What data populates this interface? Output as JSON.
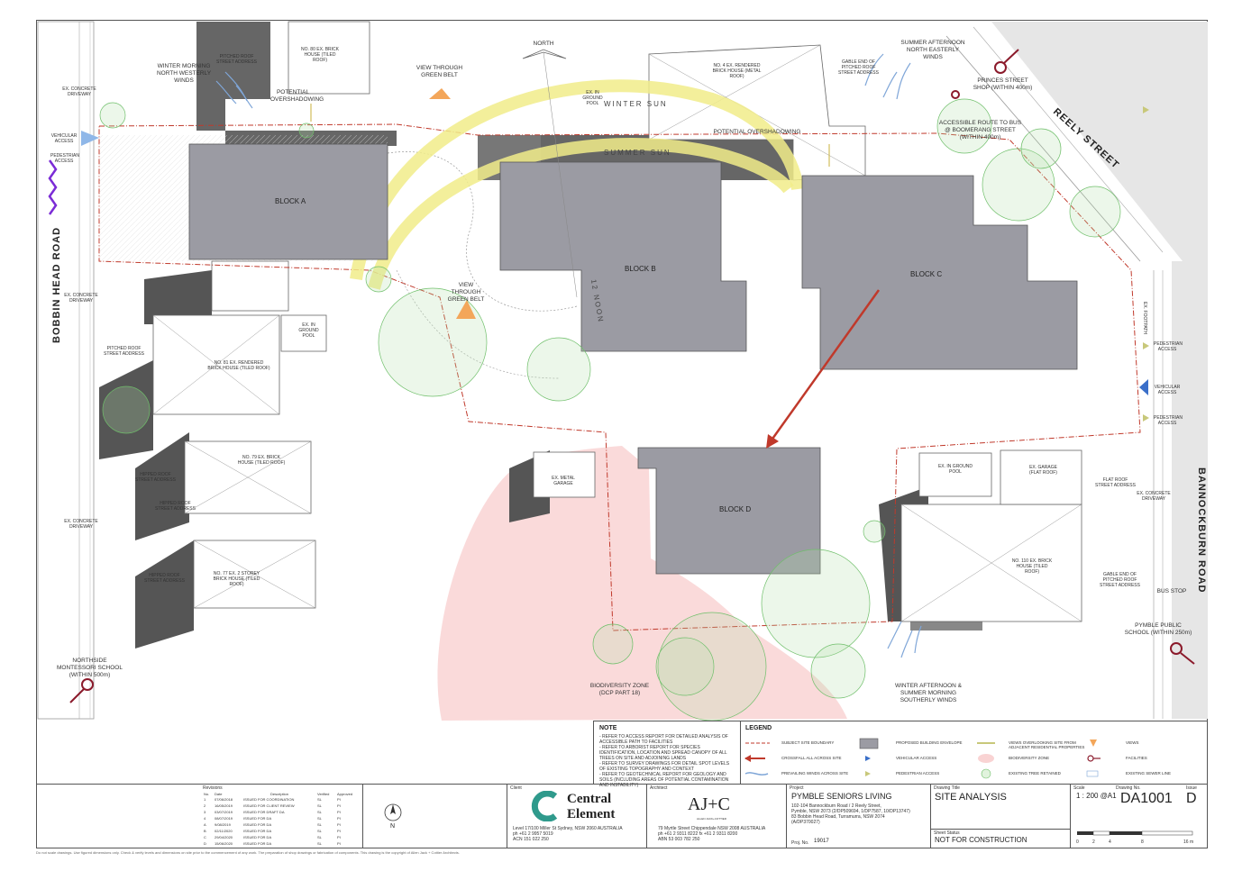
{
  "site": {
    "roads": {
      "bobbin": "BOBBIN HEAD ROAD",
      "reely": "REELY STREET",
      "bannockburn": "BANNOCKBURN ROAD"
    },
    "north": "NORTH",
    "blocks": {
      "a": "BLOCK A",
      "b": "BLOCK B",
      "c": "BLOCK C",
      "d": "BLOCK D"
    },
    "sun": {
      "winter": "WINTER SUN",
      "summer": "SUMMER SUN",
      "noon": "12 NOON"
    },
    "labels": {
      "winter_winds": "WINTER MORNING NORTH WESTERLY WINDS",
      "summer_winds": "SUMMER AFTERNOON NORTH EASTERLY WINDS",
      "south_winds": "WINTER AFTERNOON & SUMMER MORNING SOUTHERLY WINDS",
      "overshadow_1": "POTENTIAL OVERSHADOWING",
      "overshadow_2": "POTENTIAL OVERSHADOWING",
      "view_green_1": "VIEW THROUGH GREEN BELT",
      "view_green_2": "VIEW THROUGH GREEN BELT",
      "princes_shop": "PRINCES STREET SHOP (WITHIN 400m)",
      "bus_route": "ACCESSIBLE ROUTE TO BUS @ BOOMERANG STREET (WITHIN 400m)",
      "bus_stop": "BUS STOP",
      "pymble_school": "PYMBLE PUBLIC SCHOOL (WITHIN 250m)",
      "montessori": "NORTHSIDE MONTESSORI SCHOOL (WITHIN 500m)",
      "biodiversity": "BIODIVERSITY ZONE (DCP PART 18)",
      "house_80": "NO. 80 EX. BRICK HOUSE (TILED ROOF)",
      "house_4": "NO. 4 EX. RENDERED BRICK HOUSE (METAL ROOF)",
      "house_81": "NO. 81 EX. RENDERED BRICK HOUSE (TILED ROOF)",
      "house_79": "NO. 79 EX. BRICK HOUSE (TILED ROOF)",
      "house_77": "NO. 77 EX. 2 STOREY BRICK HOUSE (TILED ROOF)",
      "house_110": "NO. 110 EX. BRICK HOUSE (TILED ROOF)",
      "garage_metal": "EX. METAL GARAGE",
      "garage_flat": "EX. GARAGE (FLAT ROOF)",
      "pool_1": "EX. IN GROUND POOL",
      "pool_2": "EX. IN GROUND POOL",
      "pool_3": "EX. IN GROUND POOL",
      "driveway_1": "EX. CONCRETE DRIVEWAY",
      "driveway_2": "EX. CONCRETE DRIVEWAY",
      "driveway_3": "EX. CONCRETE DRIVEWAY",
      "driveway_4": "EX. CONCRETE DRIVEWAY",
      "vehicular_1": "VEHICULAR ACCESS",
      "vehicular_2": "VEHICULAR ACCESS",
      "pedestrian_1": "PEDESTRIAN ACCESS",
      "pedestrian_2": "PEDESTRIAN ACCESS",
      "pedestrian_3": "PEDESTRIAN ACCESS",
      "pitched_1": "PITCHED ROOF STREET ADDRESS",
      "pitched_2": "PITCHED ROOF STREET ADDRESS",
      "hipped_1": "HIPPED ROOF STREET ADDRESS",
      "hipped_2": "HIPPED ROOF STREET ADDRESS",
      "hipped_3": "HIPPED ROOF STREET ADDRESS",
      "gable_1": "GABLE END OF PITCHED ROOF STREET ADDRESS",
      "gable_2": "GABLE END OF PITCHED ROOF STREET ADDRESS",
      "flat_roof": "FLAT ROOF STREET ADDRESS",
      "footpath": "EX. FOOTPATH"
    }
  },
  "notes": {
    "title": "NOTE",
    "items": [
      "- REFER TO ACCESS REPORT FOR DETAILED ANALYSIS OF ACCESSIBLE PATH TO FACILITIES",
      "- REFER TO ARBORIST REPORT FOR SPECIES IDENTIFICATION, LOCATION AND SPREAD CANOPY OF ALL TREES ON SITE AND ADJOINING LANDS",
      "- REFER TO SURVEY DRAWINGS FOR DETAIL SPOT LEVELS OF EXISTING TOPOGRAPHY AND CONTEXT",
      "- REFER TO GEOTECHNICAL REPORT FOR GEOLOGY AND SOILS (INCLUDING AREAS OF POTENTIAL CONTAMINATION AND INSTABILITY)"
    ]
  },
  "legend": {
    "title": "LEGEND",
    "items": [
      "SUBJECT SITE BOUNDARY",
      "CROSSFALL ALL ACROSS SITE",
      "PREVAILING WINDS ACROSS SITE",
      "PROPOSED BUILDING ENVELOPE",
      "VEHICULAR ACCESS",
      "PEDESTRIAN ACCESS",
      "VIEWS OVERLOOKING SITE FROM ADJACENT RESIDENTIAL PROPERTIES",
      "BIODIVERSITY ZONE",
      "EXISTING TREE RETAINED",
      "VIEWS",
      "FACILITIES",
      "EXISTING SEWER LINE"
    ]
  },
  "title_block": {
    "revisions_header": [
      "No.",
      "Date",
      "Description",
      "Verified",
      "Approved"
    ],
    "revisions": [
      [
        "1",
        "07/06/2018",
        "ISSUED FOR COORDINATION",
        "SL",
        "PI"
      ],
      [
        "2",
        "16/05/2019",
        "ISSUED FOR CLIENT REVIEW",
        "SL",
        "PI"
      ],
      [
        "3",
        "03/07/2019",
        "ISSUED FOR DRAFT DA",
        "SL",
        "PI"
      ],
      [
        "4",
        "08/07/2019",
        "ISSUED FOR DA",
        "SL",
        "PI"
      ],
      [
        "A",
        "9/08/2019",
        "ISSUED FOR DA",
        "SL",
        "PI"
      ],
      [
        "B",
        "02/11/2020",
        "ISSUED FOR DA",
        "SL",
        "PI"
      ],
      [
        "C",
        "29/04/2020",
        "ISSUED FOR DA",
        "SL",
        "PI"
      ],
      [
        "D",
        "15/06/2020",
        "ISSUED FOR DA",
        "SL",
        "PI"
      ]
    ],
    "revisions_label": "Revisions",
    "north": "N",
    "client_label": "Client",
    "client_name_1": "Central",
    "client_name_2": "Element",
    "client_address": "Level 17/100 Miller St Sydney, NSW 2060 AUSTRALIA",
    "client_phone": "ph +61 2 9957 5019",
    "client_acn": "ACN 151 022 250",
    "architect_label": "Architect",
    "architect_logo": "AJ+C",
    "architect_sub": "ALLEN JACK+COTTIER",
    "architect_address": "79 Myrtle Street Chippendale NSW 2008 AUSTRALIA",
    "architect_phone": "ph +61 2 9311 8222 fx +61 2 9311 8200",
    "architect_abn": "ABN 53 003 782 250",
    "project_label": "Project",
    "project_name": "PYMBLE SENIORS LIVING",
    "project_addr_1": "102-104 Bannockburn Road / 2 Reely Street,",
    "project_addr_2": "Pymble, NSW 2073 (2/DP509694, 1/DP7587, 10/DP13747)",
    "project_addr_3": "83 Bobbin Head Road, Turramurra, NSW 2074",
    "project_addr_4": "(A/DP370027)",
    "project_no_label": "Proj. No.",
    "project_no": "19017",
    "drawing_title_label": "Drawing Title",
    "drawing_title": "SITE ANALYSIS",
    "sheet_status_label": "Sheet Status",
    "sheet_status": "NOT FOR CONSTRUCTION",
    "scale_label": "Scale",
    "scale": "1 : 200 @A1",
    "drawing_no_label": "Drawing No.",
    "drawing_no": "DA1001",
    "issue_label": "Issue",
    "issue": "D",
    "scale_bar": [
      "0",
      "2",
      "4",
      "8",
      "16 m"
    ]
  },
  "footer": "Do not scale drawings. Use figured dimensions only. Check & verify levels and dimensions on site prior to the commencement of any work. The preparation of shop drawings or fabrication of components. This drawing is the copyright of Allen Jack + Cottier Architects."
}
